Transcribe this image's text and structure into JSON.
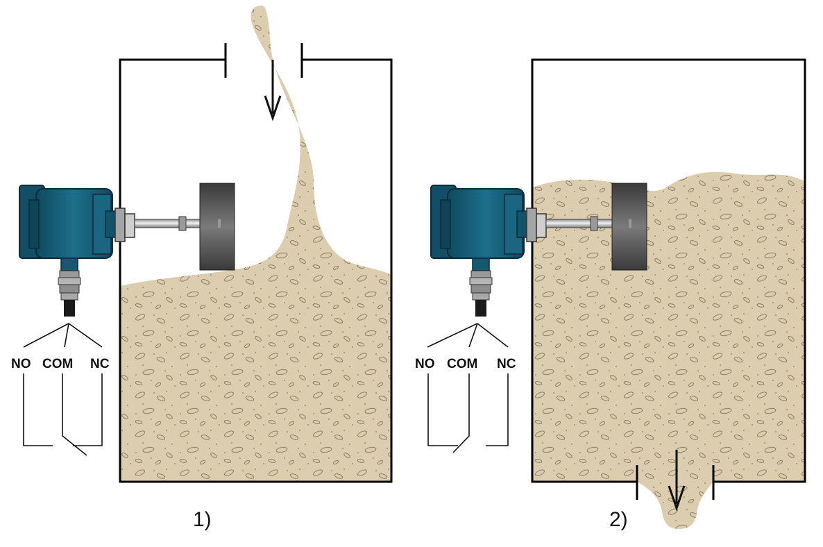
{
  "panels": [
    {
      "caption": "1)",
      "terminals": {
        "no": "NO",
        "com": "COM",
        "nc": "NC"
      },
      "state": "material-filling",
      "flow": "inlet-top"
    },
    {
      "caption": "2)",
      "terminals": {
        "no": "NO",
        "com": "COM",
        "nc": "NC"
      },
      "state": "material-full",
      "flow": "outlet-bottom"
    }
  ],
  "colors": {
    "material": "#dccdaf",
    "material_speckle": "#8a7d66",
    "housing": "#17607a",
    "paddle": "#5e5e5e",
    "outline": "#000000"
  },
  "icons": [
    "arrow-down-icon",
    "level-switch-icon",
    "paddle-icon"
  ]
}
